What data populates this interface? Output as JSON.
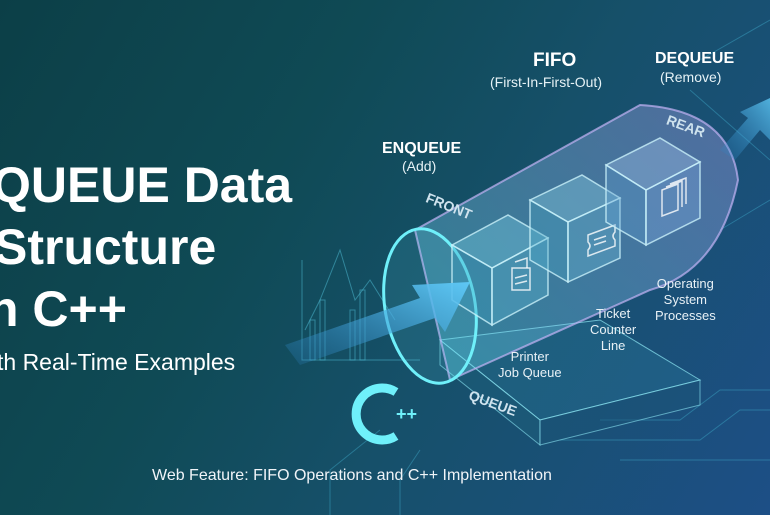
{
  "title": {
    "line1": "QUEUE Data",
    "line2": "Structure",
    "line3": "n C++",
    "subtitle": "th Real-Time Examples"
  },
  "labels": {
    "fifo": "FIFO",
    "fifo_sub": "(First-In-First-Out)",
    "dequeue": "DEQUEUE",
    "dequeue_sub": "(Remove)",
    "enqueue": "ENQUEUE",
    "enqueue_sub": "(Add)",
    "front": "FRONT",
    "rear": "REAR",
    "queue": "QUEUE",
    "printer": [
      "Printer",
      "Job Queue"
    ],
    "ticket": [
      "Ticket",
      "Counter",
      "Line"
    ],
    "os": [
      "Operating",
      "System",
      "Processes"
    ]
  },
  "logo": "C++",
  "caption": "Web Feature: FIFO Operations and C++ Implementation",
  "colors": {
    "accent": "#5fe0f0",
    "tube": "#b9a4f0",
    "arrow": "#4fb4e8"
  },
  "icons": [
    "printer-icon",
    "ticket-icon",
    "windows-icon",
    "arrow-right-icon"
  ]
}
